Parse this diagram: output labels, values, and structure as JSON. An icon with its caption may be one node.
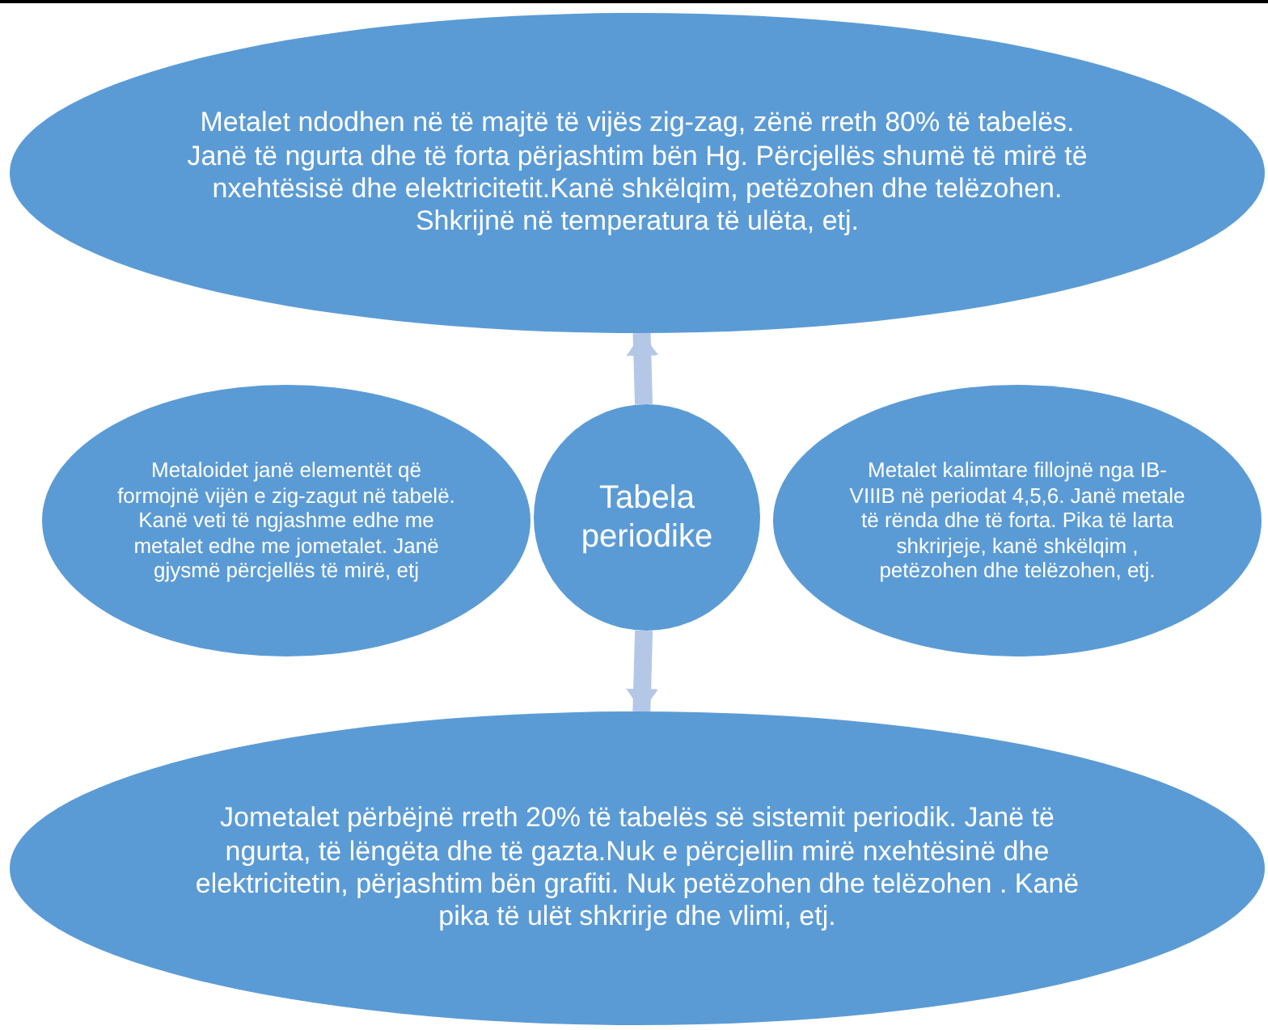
{
  "diagram": {
    "nodes": [
      {
        "text": [
          "Metalet ndodhen në të majtë të vijës zig-zag, zënë rreth 80% të tabelës. Janë të ngurta dhe të forta përjashtim bën Hg. Përcjellës shumë të mirë të nxehtësisë dhe elektricitetit.Kanë shkëlqim, petëzohen dhe telëzohen. Shkrijnë në temperatura të ulëta, etj."
        ]
      },
      {
        "text": [
          "Metaloidet janë elementët që formojnë vijën e zig-zagut në tabelë. Kanë veti të ngjashme edhe me metalet edhe me jometalet. Janë gjysmë përcjellës të mirë, etj"
        ]
      },
      {
        "text": [
          "Tabela periodike"
        ]
      },
      {
        "text": [
          "Metalet kalimtare fillojnë nga IB-VIIIB në periodat 4,5,6. Janë metale të rënda dhe të forta. Pika të larta shkrirjeje, kanë shkëlqim , petëzohen dhe telëzohen, etj."
        ]
      },
      {
        "text": [
          "Jometalet përbëjnë rreth 20% të tabelës së sistemit periodik. Janë të ngurta, të lëngëta dhe të gazta.Nuk e përcjellin mirë nxehtësinë dhe elektricitetin, përjashtim bën grafiti. Nuk petëzohen dhe telëzohen . Kanë pika të ulët shkrirje dhe vlimi, etj."
        ]
      }
    ],
    "edges": [
      {
        "from": 2,
        "to": 0,
        "arrow": "to"
      },
      {
        "from": 2,
        "to": 4,
        "arrow": "to"
      }
    ]
  }
}
